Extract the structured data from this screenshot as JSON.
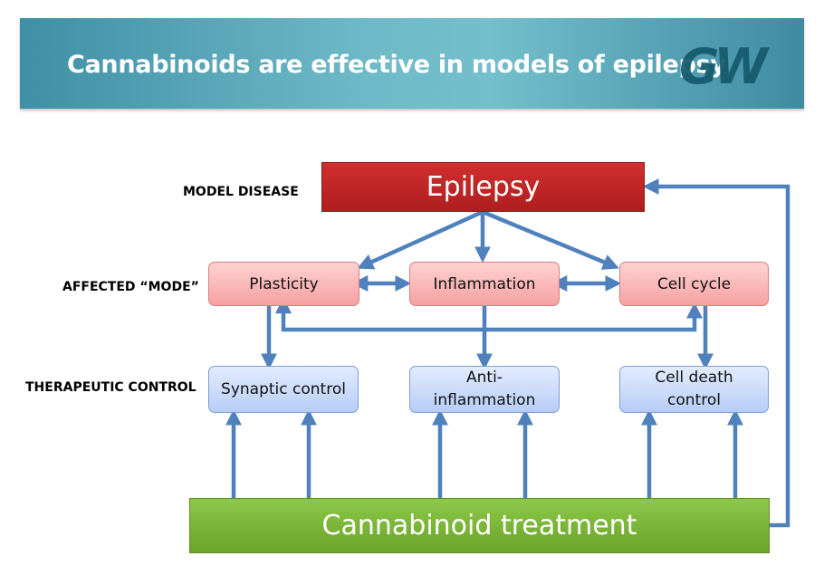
{
  "header": {
    "title": "Cannabinoids are effective in models of epilepsy",
    "logo_text": "GW"
  },
  "rows": {
    "model_disease": "MODEL DISEASE",
    "affected_mode": "AFFECTED “MODE”",
    "therapeutic_control": "THERAPEUTIC CONTROL"
  },
  "nodes": {
    "epilepsy": "Epilepsy",
    "plasticity": "Plasticity",
    "inflammation": "Inflammation",
    "cell_cycle": "Cell cycle",
    "synaptic_control": "Synaptic control",
    "anti_inflammation_line1": "Anti-",
    "anti_inflammation_line2": "inflammation",
    "cell_death_line1": "Cell death",
    "cell_death_line2": "control",
    "treatment": "Cannabinoid treatment"
  },
  "colors": {
    "arrow": "#4f81bd",
    "disease": "#c0282b",
    "mode": "#f8b4b4",
    "control": "#c6d9f7",
    "treatment": "#7cb63a"
  }
}
